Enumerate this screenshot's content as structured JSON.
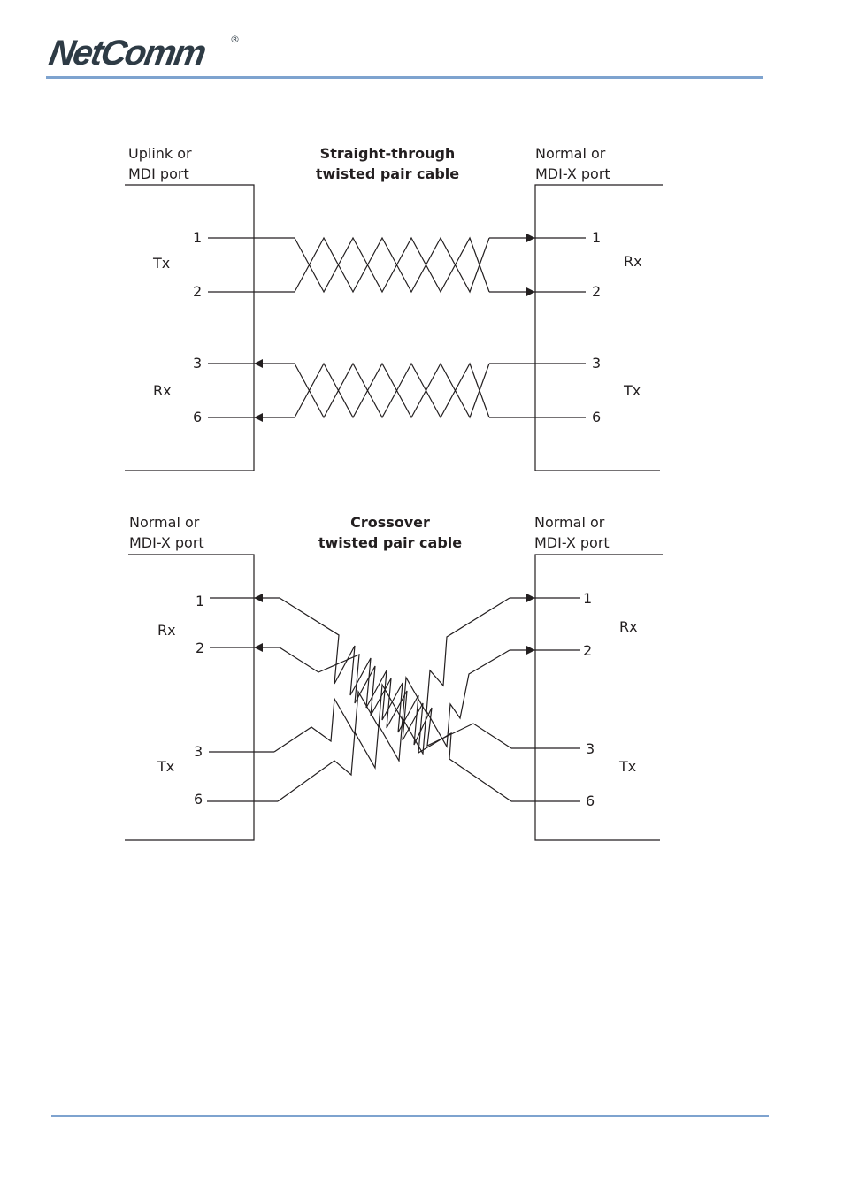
{
  "header": {
    "logo_text": "NetComm",
    "logo_registered": "®"
  },
  "straight": {
    "title_line1": "Straight-through",
    "title_line2": "twisted pair cable",
    "left_port_line1": "Uplink or",
    "left_port_line2": "MDI port",
    "right_port_line1": "Normal or",
    "right_port_line2": "MDI-X port",
    "left_tx": "Tx",
    "left_rx": "Rx",
    "right_rx": "Rx",
    "right_tx": "Tx",
    "left_pins": [
      "1",
      "2",
      "3",
      "6"
    ],
    "right_pins": [
      "1",
      "2",
      "3",
      "6"
    ]
  },
  "crossover": {
    "title_line1": "Crossover",
    "title_line2": "twisted pair cable",
    "left_port_line1": "Normal or",
    "left_port_line2": "MDI-X port",
    "right_port_line1": "Normal or",
    "right_port_line2": "MDI-X port",
    "left_rx": "Rx",
    "left_tx": "Tx",
    "right_rx": "Rx",
    "right_tx": "Tx",
    "left_pins": [
      "1",
      "2",
      "3",
      "6"
    ],
    "right_pins": [
      "1",
      "2",
      "3",
      "6"
    ]
  },
  "colors": {
    "line": "#231f20",
    "rule": "#7ea3cf"
  }
}
